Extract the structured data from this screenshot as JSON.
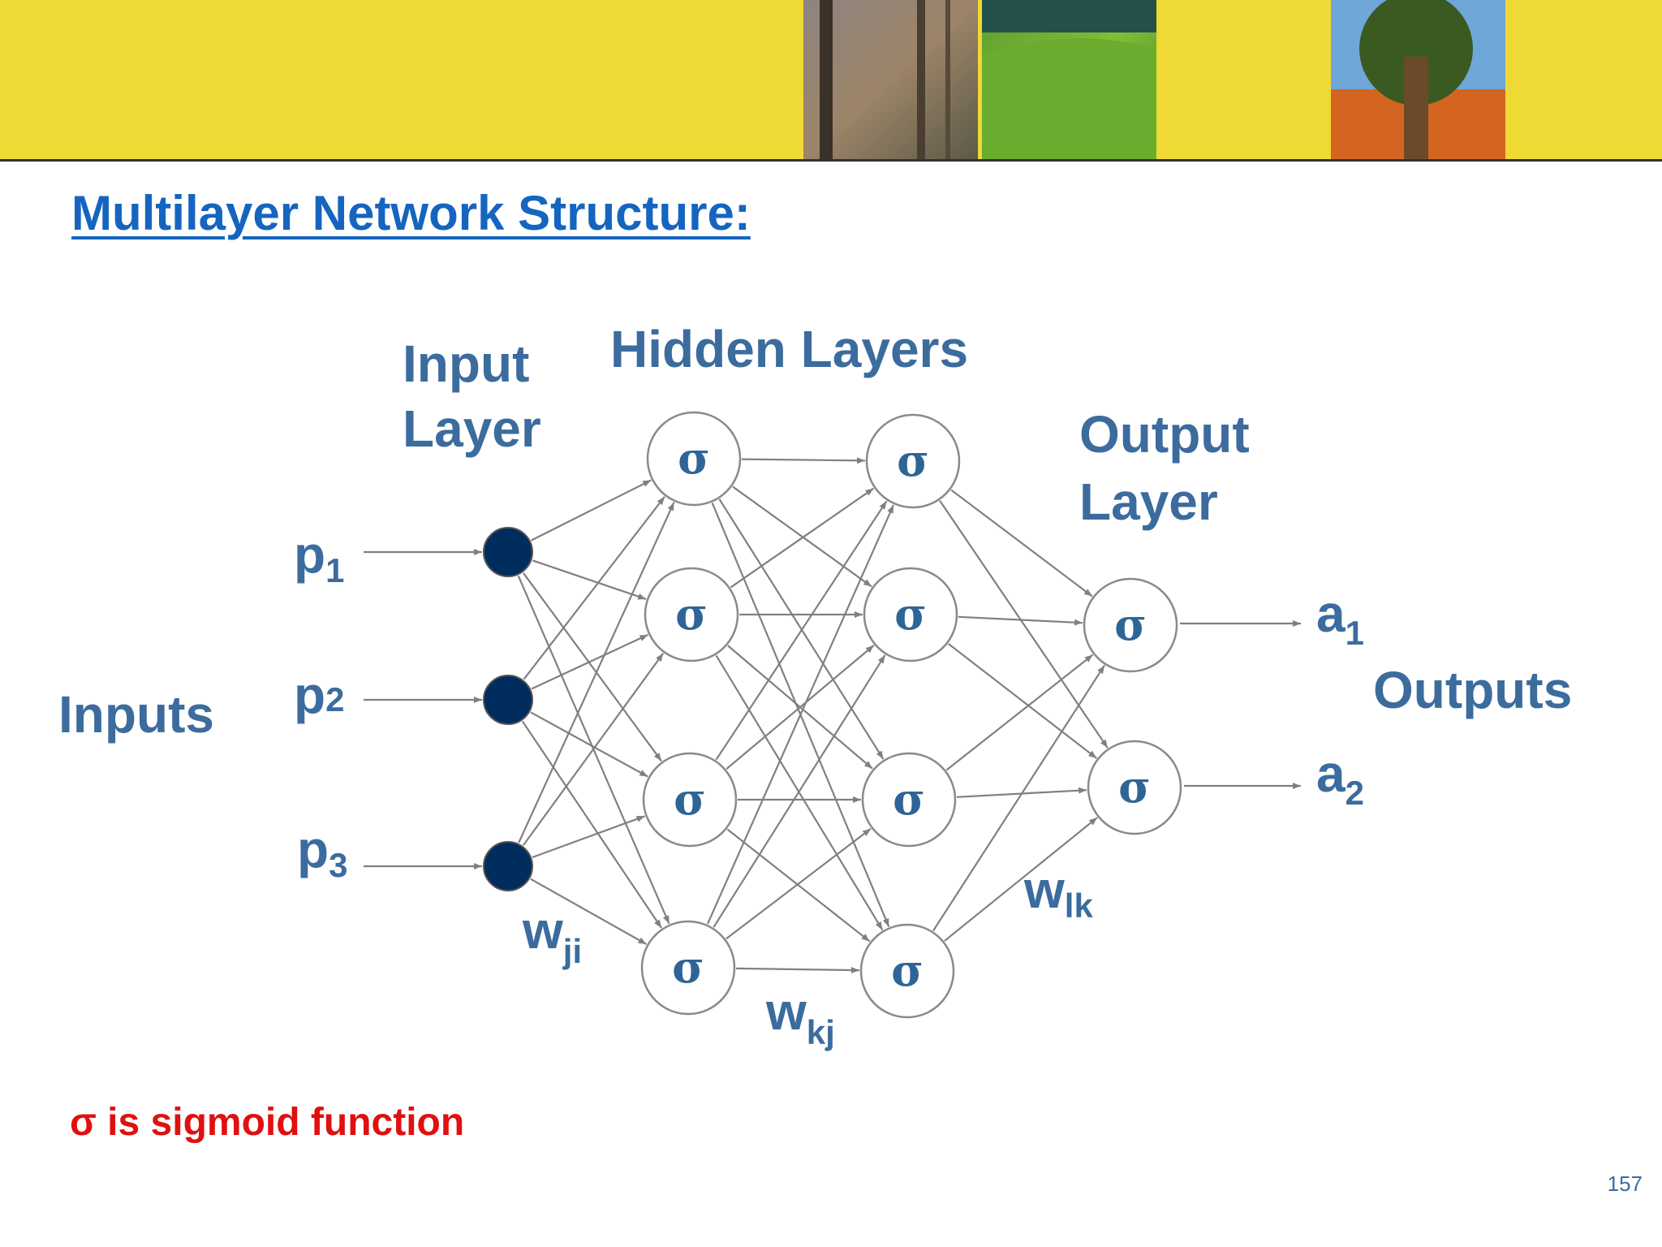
{
  "slide": {
    "title": "Multilayer Network Structure:",
    "caption": "σ is sigmoid function",
    "page_number": "157"
  },
  "colors": {
    "banner": "#efd934",
    "title": "#1565c0",
    "label": "#3c6c9e",
    "input_node": "#002c5e",
    "edge": "#808080",
    "caption": "#e01010"
  },
  "network": {
    "group_labels": {
      "inputs": "Inputs",
      "input_layer": [
        "Input",
        "Layer"
      ],
      "hidden_layers": "Hidden Layers",
      "output_layer": [
        "Output",
        "Layer"
      ],
      "outputs": "Outputs"
    },
    "inputs": [
      {
        "base": "p",
        "sub": "1"
      },
      {
        "base": "p",
        "sub": "2"
      },
      {
        "base": "p",
        "sub": "3"
      }
    ],
    "outputs": [
      {
        "base": "a",
        "sub": "1"
      },
      {
        "base": "a",
        "sub": "2"
      }
    ],
    "weights": [
      {
        "base": "w",
        "sub": "ji"
      },
      {
        "base": "w",
        "sub": "kj"
      },
      {
        "base": "w",
        "sub": "lk"
      }
    ],
    "node_symbol": "σ",
    "layer_sizes": [
      3,
      4,
      4,
      2
    ]
  }
}
